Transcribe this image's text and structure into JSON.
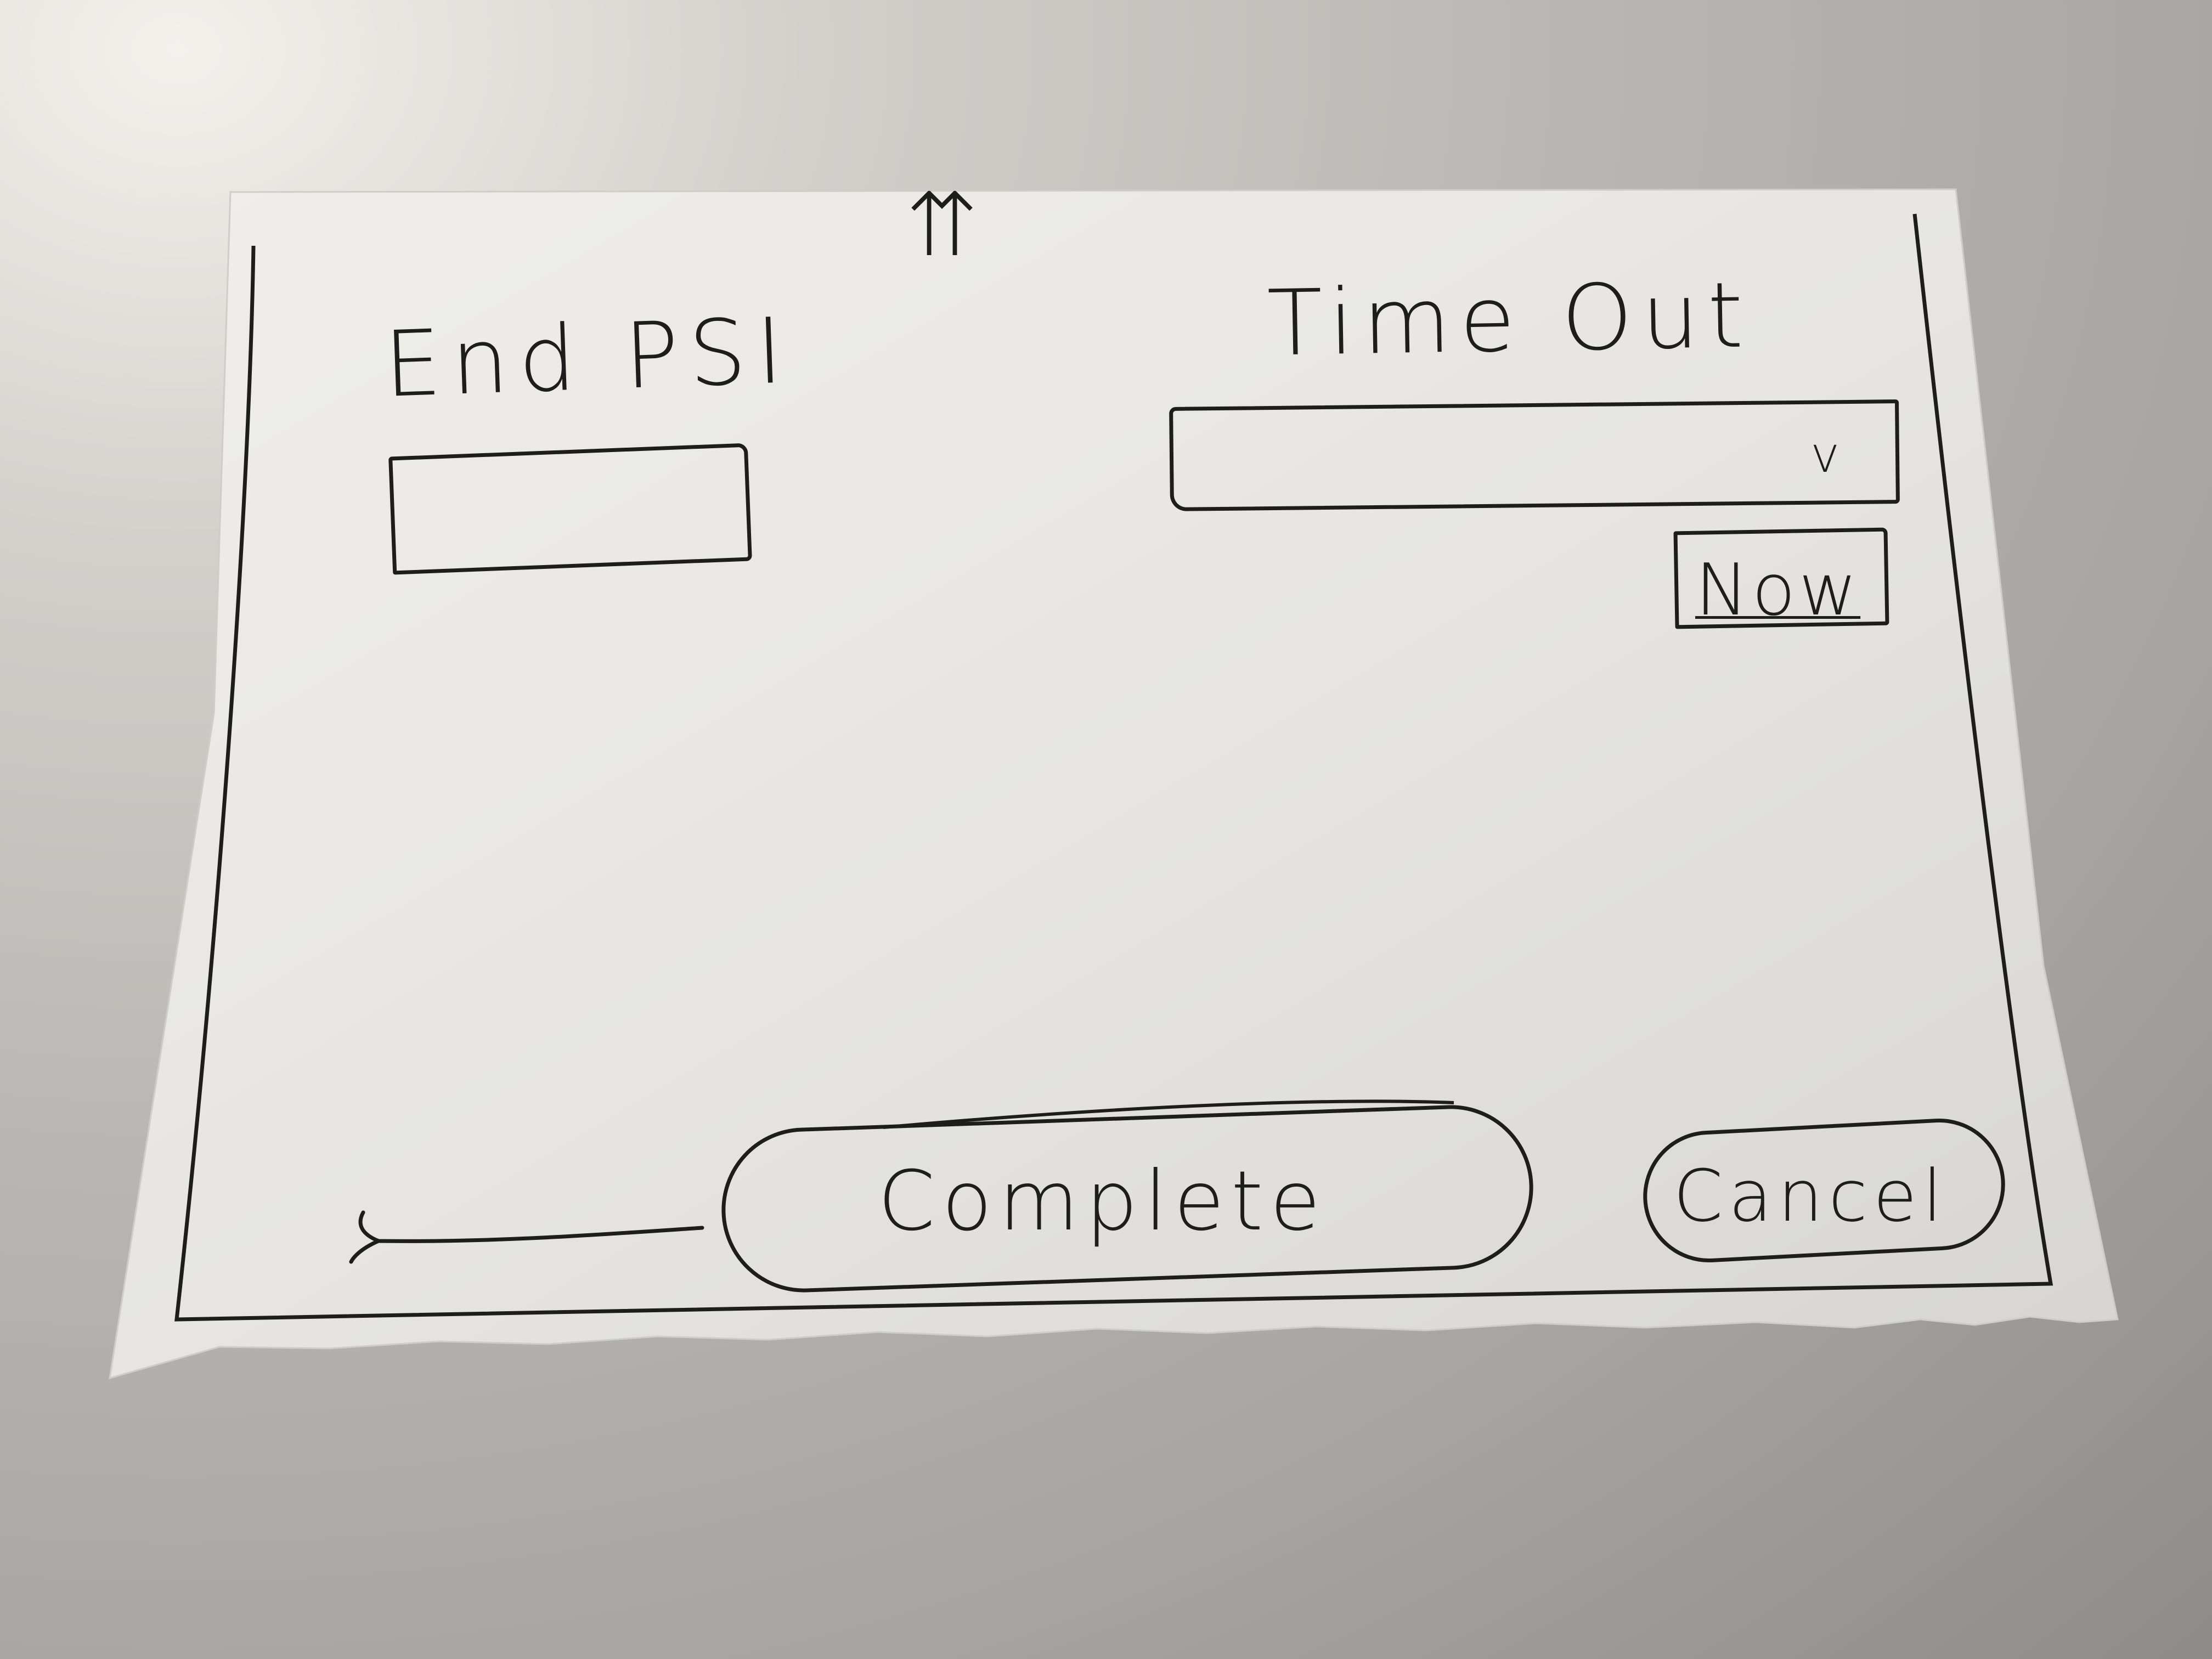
{
  "screen": {
    "end_psi_label": "End PSI",
    "end_psi_value": "",
    "time_out_label": "Time Out",
    "time_out_selected": "",
    "dropdown_chevron": "v",
    "now_label": "Now",
    "complete_label": "Complete",
    "cancel_label": "Cancel"
  },
  "icons": {
    "up": "double-up-arrow-icon",
    "back": "back-arrow-icon",
    "dropdown": "chevron-down-icon"
  },
  "colors": {
    "ink": "#1d1d1b",
    "paper": "#eeedea",
    "table": "#a9a7a3"
  }
}
